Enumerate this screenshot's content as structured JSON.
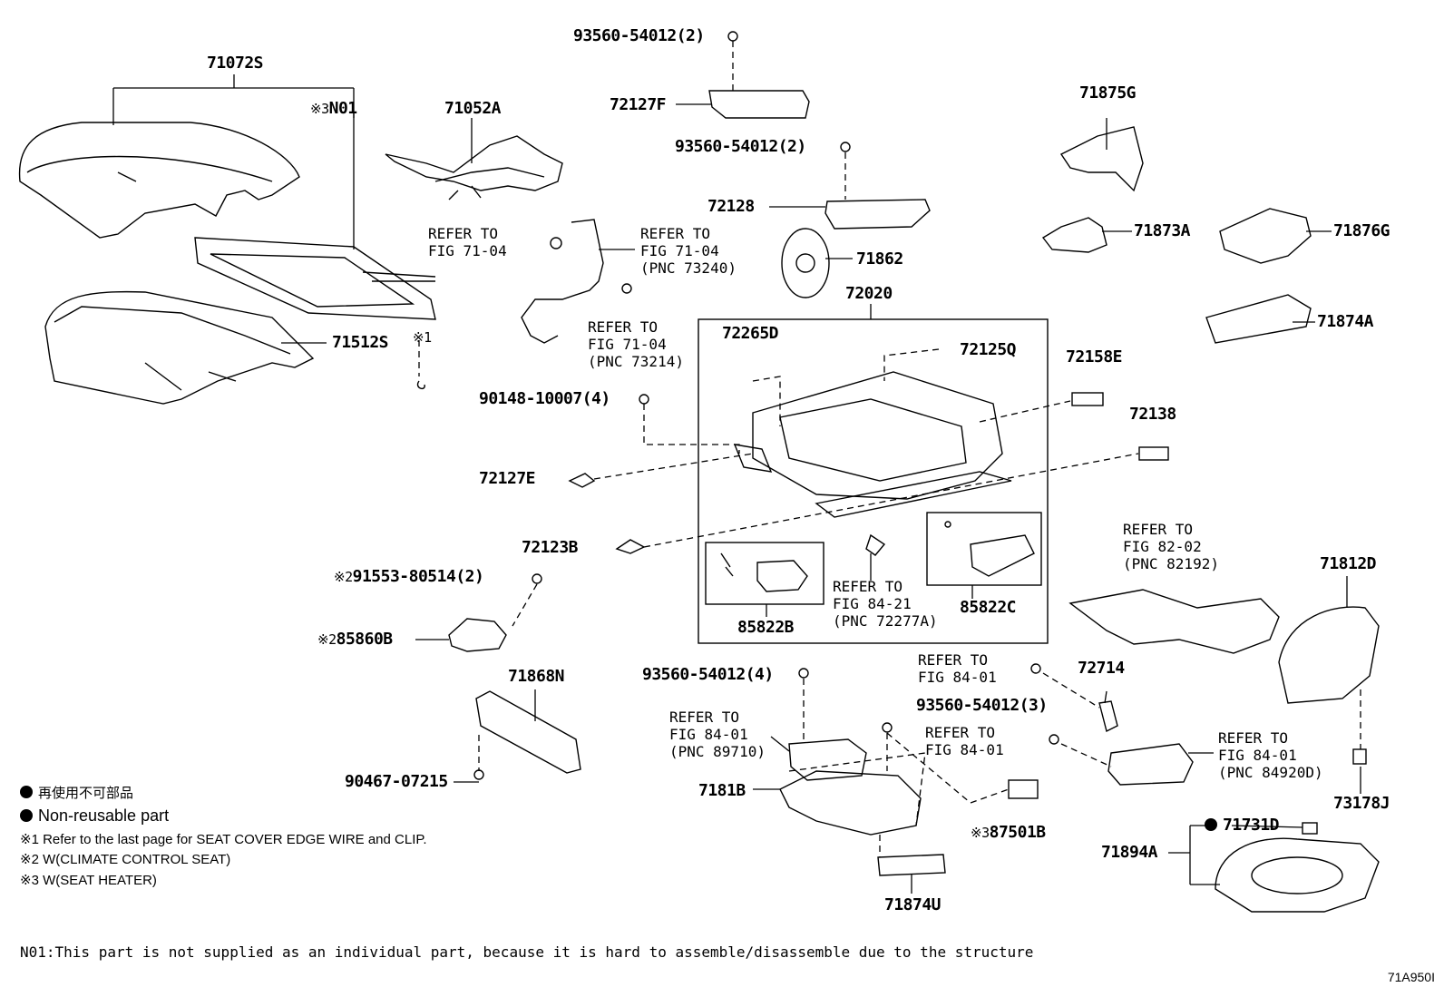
{
  "labels": {
    "p71072S": "71072S",
    "pN01": "N01",
    "pN01_mark": "※3",
    "p71052A": "71052A",
    "p71512S": "71512S",
    "p71512S_mark": "※1",
    "p93560_top": "93560-54012(2)",
    "p72127F": "72127F",
    "p93560_mid": "93560-54012(2)",
    "p72128": "72128",
    "p71862": "71862",
    "p72020": "72020",
    "p72265D": "72265D",
    "p72125Q": "72125Q",
    "p72158E": "72158E",
    "p72138": "72138",
    "p90148": "90148-10007(4)",
    "p72127E": "72127E",
    "p72123B": "72123B",
    "p91553": "91553-80514(2)",
    "p91553_mark": "※2",
    "p85860B": "85860B",
    "p85860B_mark": "※2",
    "p85822B": "85822B",
    "p85822C": "85822C",
    "p71868N": "71868N",
    "p90467": "90467-07215",
    "p71875G": "71875G",
    "p71873A": "71873A",
    "p71876G": "71876G",
    "p71874A": "71874A",
    "p71812D": "71812D",
    "p73178J": "73178J",
    "p93560_4": "93560-54012(4)",
    "p93560_3": "93560-54012(3)",
    "p72714": "72714",
    "p7181B": "7181B",
    "p87501B": "87501B",
    "p87501B_mark": "※3",
    "p71874U": "71874U",
    "p71731D": "71731D",
    "p71894A": "71894A"
  },
  "refs": {
    "r1": [
      "REFER TO",
      "FIG 71-04"
    ],
    "r2": [
      "REFER TO",
      "FIG 71-04",
      "(PNC 73240)"
    ],
    "r3": [
      "REFER TO",
      "FIG 71-04",
      "(PNC 73214)"
    ],
    "r4": [
      "REFER TO",
      "FIG 84-21",
      "(PNC 72277A)"
    ],
    "r5": [
      "REFER TO",
      "FIG 82-02",
      "(PNC 82192)"
    ],
    "r6": [
      "REFER TO",
      "FIG 84-01"
    ],
    "r7": [
      "REFER TO",
      "FIG 84-01",
      "(PNC 89710)"
    ],
    "r8": [
      "REFER TO",
      "FIG 84-01"
    ],
    "r9": [
      "REFER TO",
      "FIG 84-01",
      "(PNC 84920D)"
    ]
  },
  "legend": {
    "jp": "再使用不可部品",
    "en": "Non-reusable part",
    "n1": "※1 Refer to the last page for SEAT COVER EDGE WIRE and CLIP.",
    "n2": "※2 W(CLIMATE CONTROL SEAT)",
    "n3": "※3 W(SEAT HEATER)"
  },
  "footnote": "N01:This part is not supplied as an individual part, because it is hard to assemble/disassemble due to the structure",
  "figure_id": "71A950I"
}
